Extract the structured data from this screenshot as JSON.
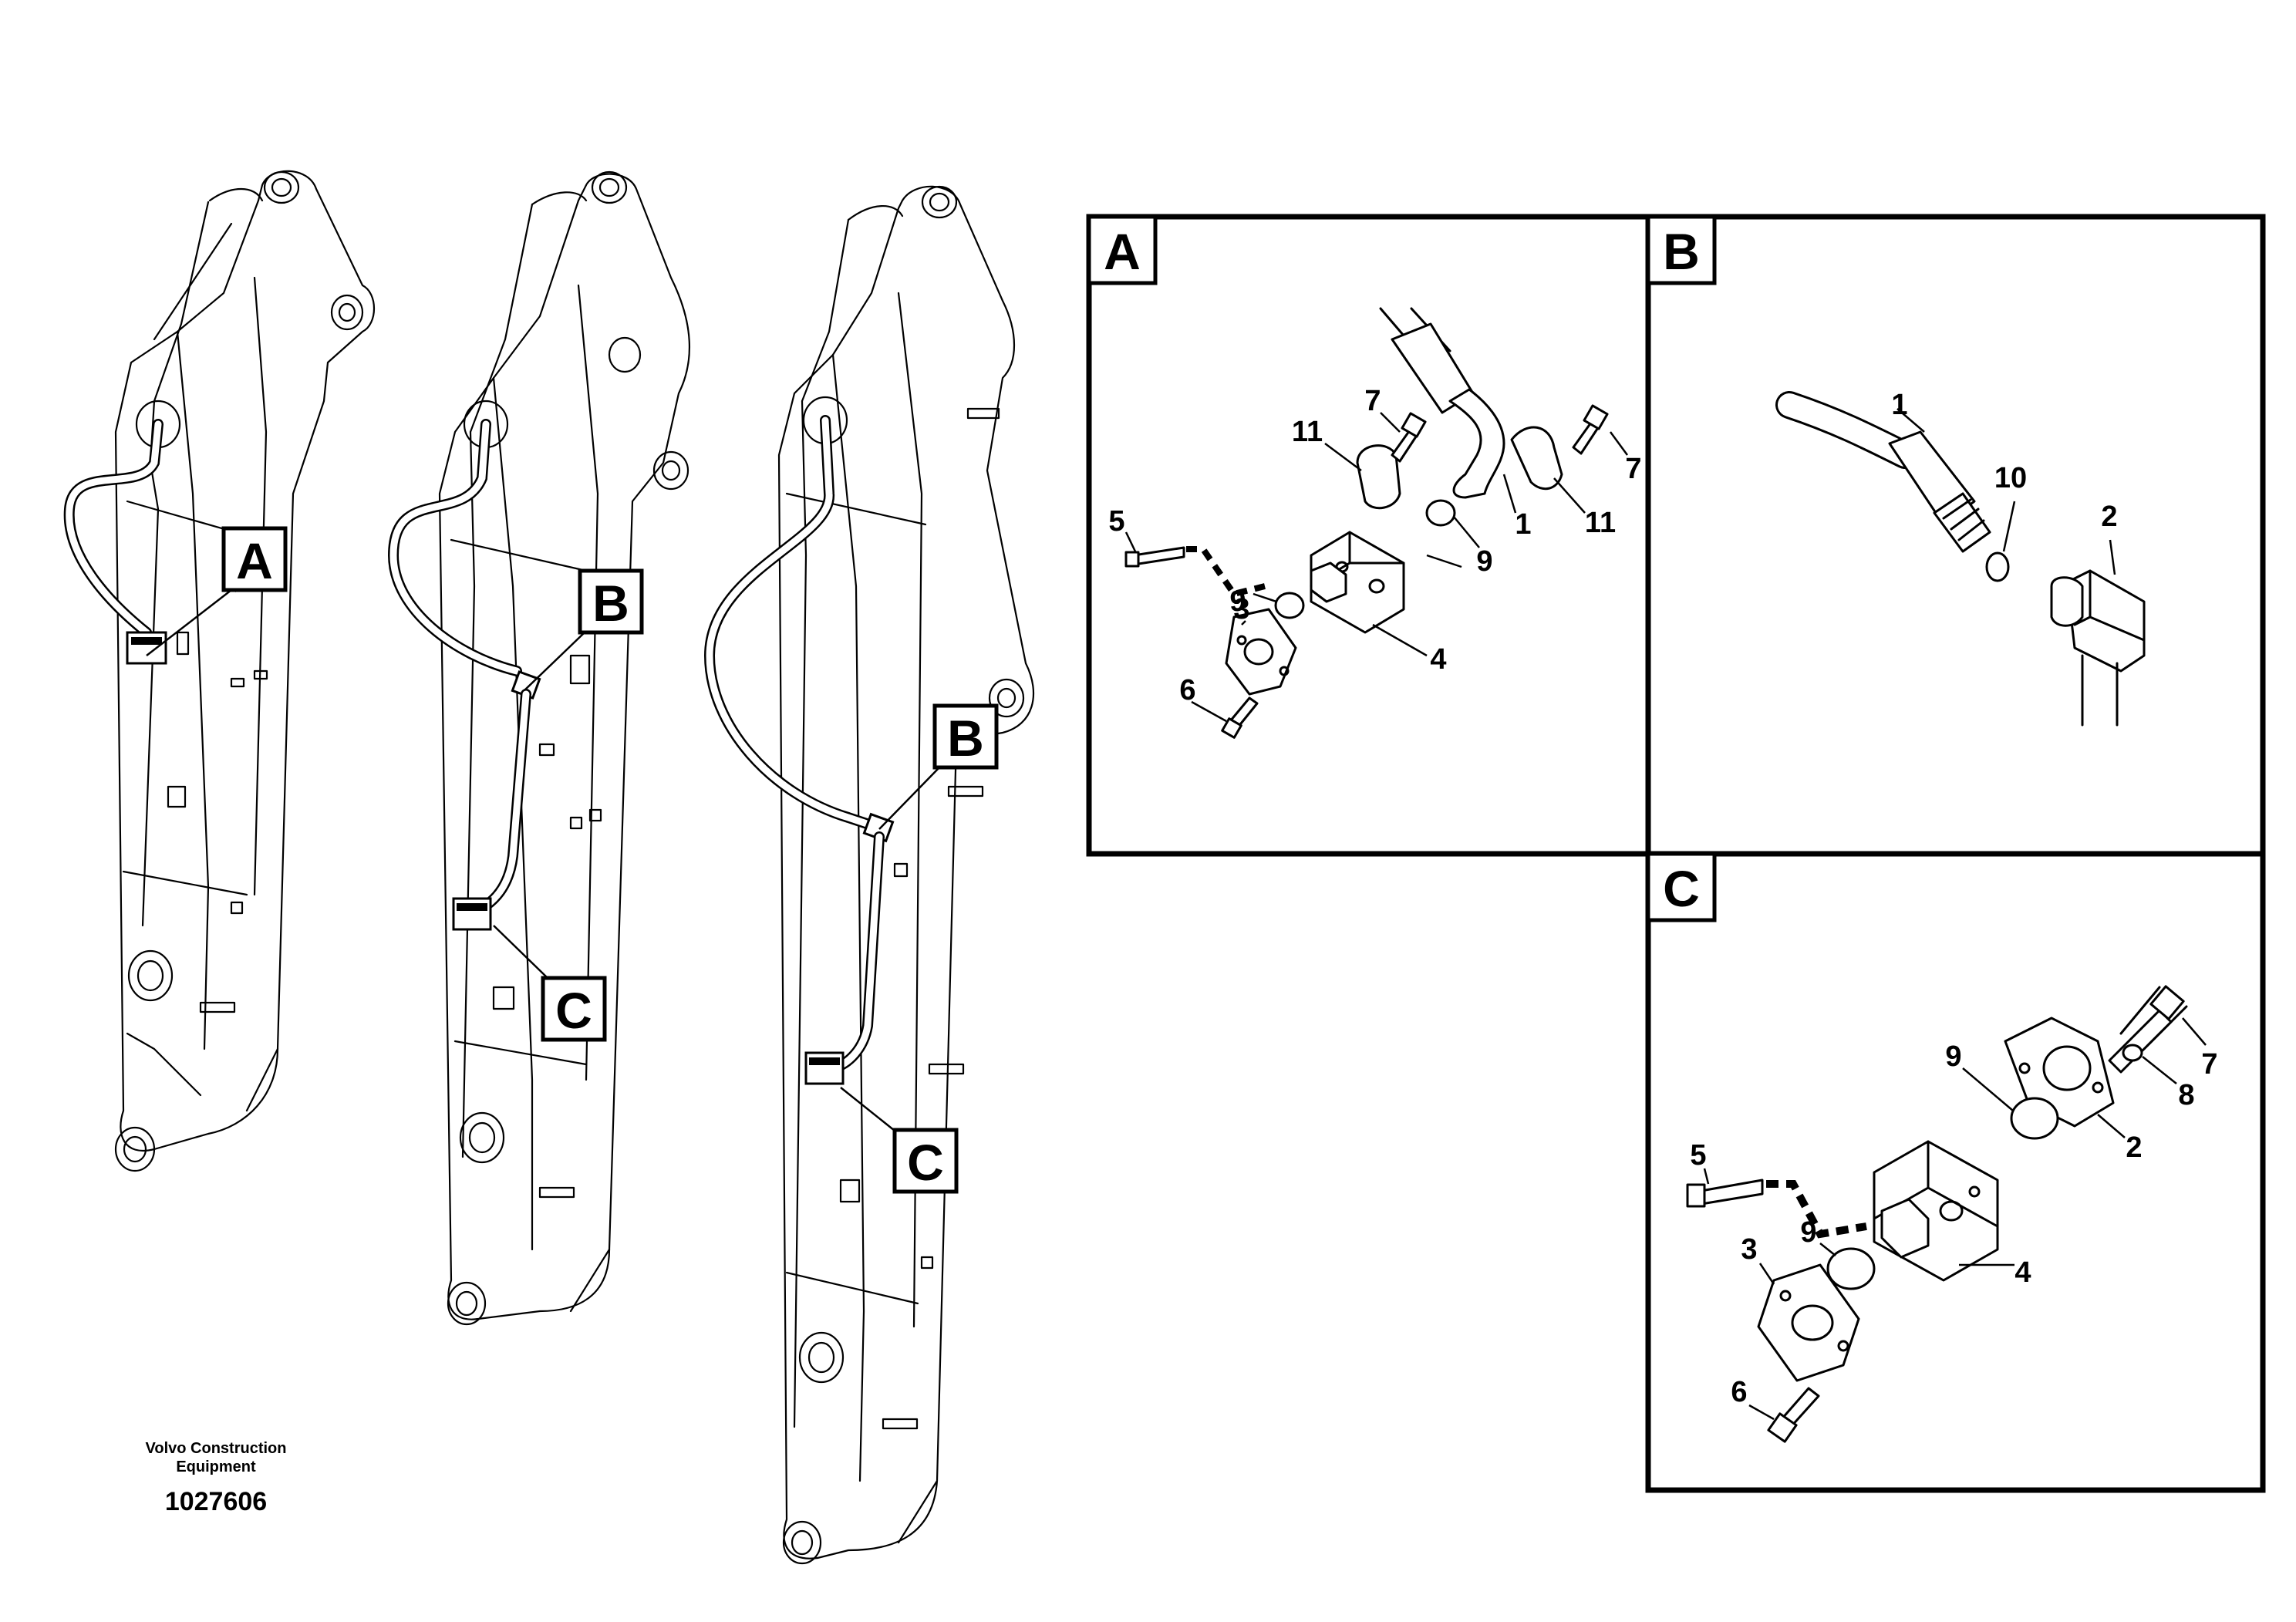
{
  "overview": {
    "callouts": [
      "A",
      "B",
      "C",
      "B",
      "C"
    ]
  },
  "details": {
    "A": {
      "title": "A",
      "labels": {
        "p1": "1",
        "p3": "3",
        "p4": "4",
        "p5": "5",
        "p6": "6",
        "p7a": "7",
        "p7b": "7",
        "p9a": "9",
        "p9b": "9",
        "p11a": "11",
        "p11b": "11"
      }
    },
    "B": {
      "title": "B",
      "labels": {
        "p1": "1",
        "p2": "2",
        "p10": "10"
      }
    },
    "C": {
      "title": "C",
      "labels": {
        "p2": "2",
        "p3": "3",
        "p4": "4",
        "p5": "5",
        "p6": "6",
        "p7": "7",
        "p8": "8",
        "p9a": "9",
        "p9b": "9"
      }
    }
  },
  "footer": {
    "company_line1": "Volvo Construction",
    "company_line2": "Equipment",
    "drawing_number": "1027606"
  }
}
